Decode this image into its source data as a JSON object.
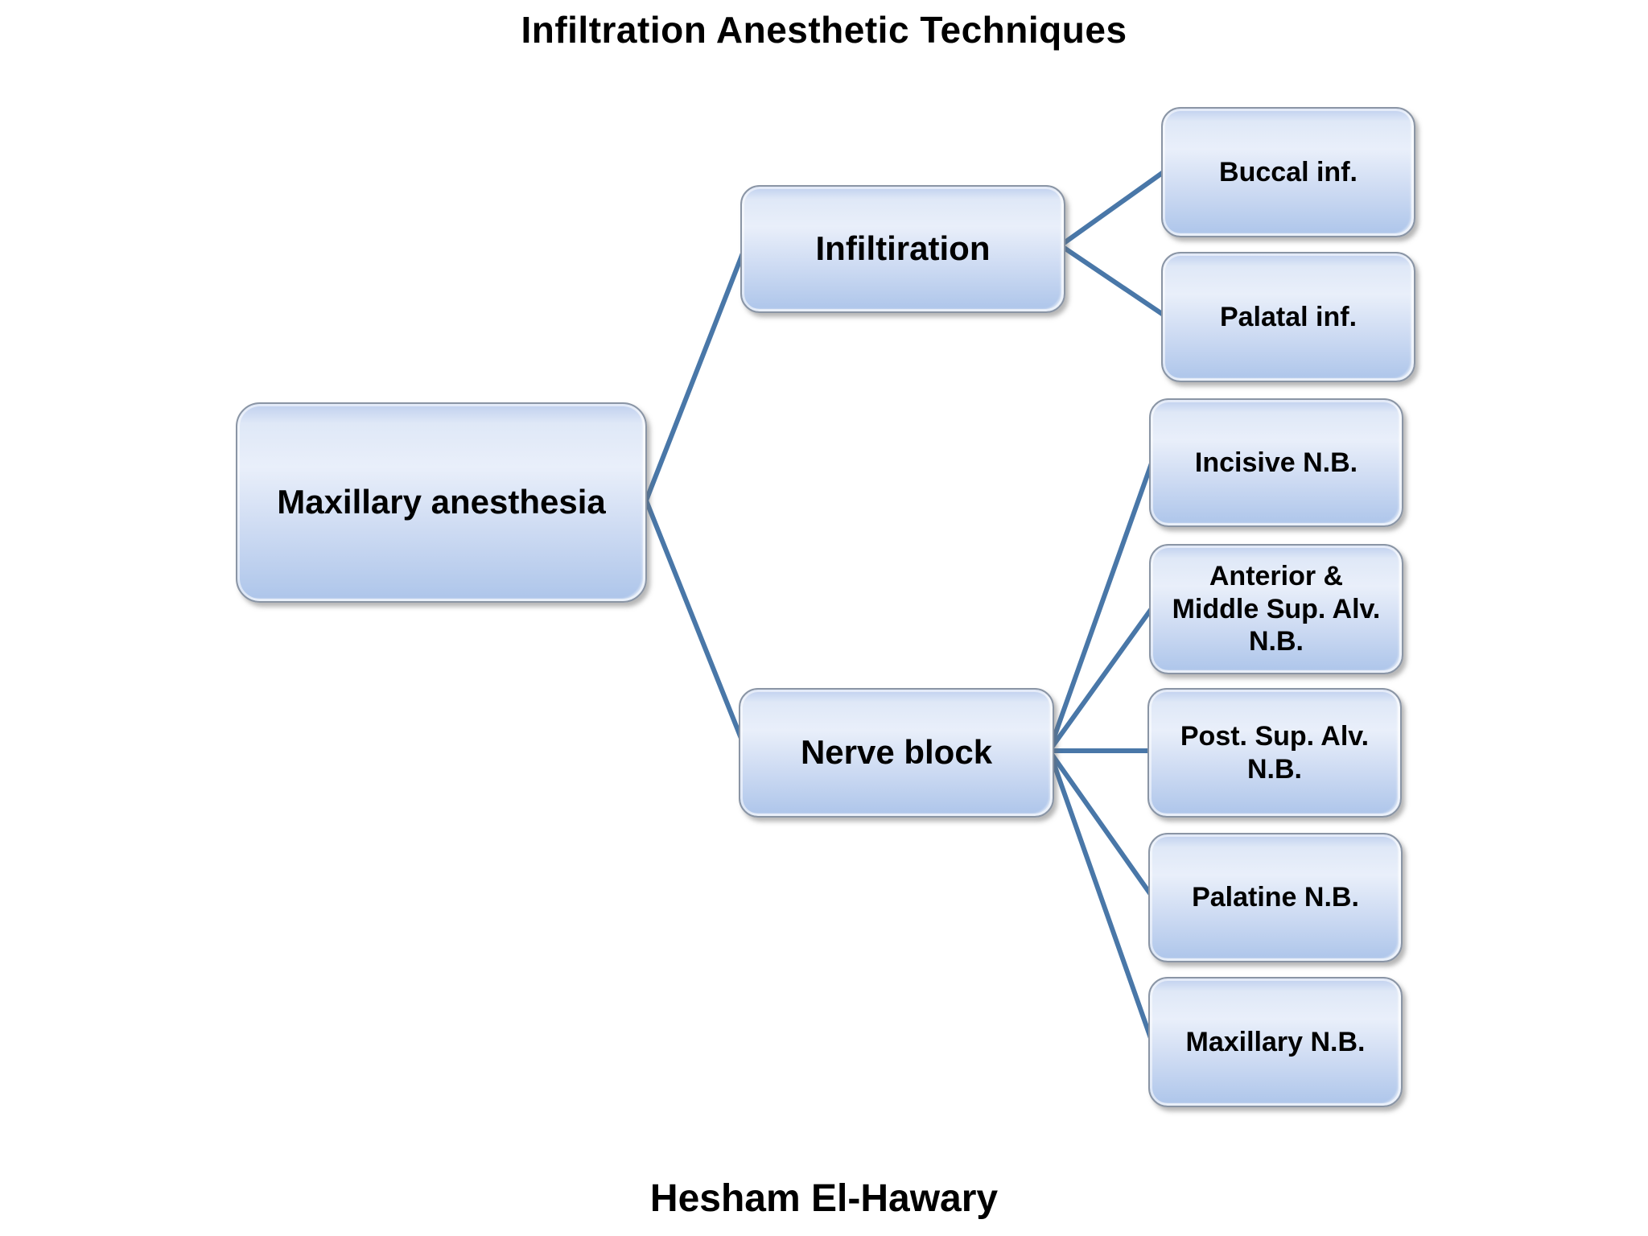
{
  "title": "Infiltration Anesthetic Techniques",
  "footer": "Hesham El-Hawary",
  "colors": {
    "background": "#FFFFFF",
    "connector": "#4977A8",
    "box_border": "#8A95A5",
    "box_gradient_top": "#BFCFEE",
    "box_gradient_light": "#E9EFFA",
    "box_gradient_bottom": "#ADC5EA",
    "text": "#000000"
  },
  "diagram": {
    "root": {
      "label": "Maxillary anesthesia"
    },
    "branches": [
      {
        "label": "Infiltiration",
        "children": [
          {
            "label": "Buccal inf."
          },
          {
            "label": "Palatal inf."
          }
        ]
      },
      {
        "label": "Nerve block",
        "children": [
          {
            "label": "Incisive N.B."
          },
          {
            "label": "Anterior &\nMiddle Sup. Alv.\nN.B."
          },
          {
            "label": "Post. Sup. Alv.\nN.B."
          },
          {
            "label": "Palatine N.B."
          },
          {
            "label": "Maxillary N.B."
          }
        ]
      }
    ]
  }
}
